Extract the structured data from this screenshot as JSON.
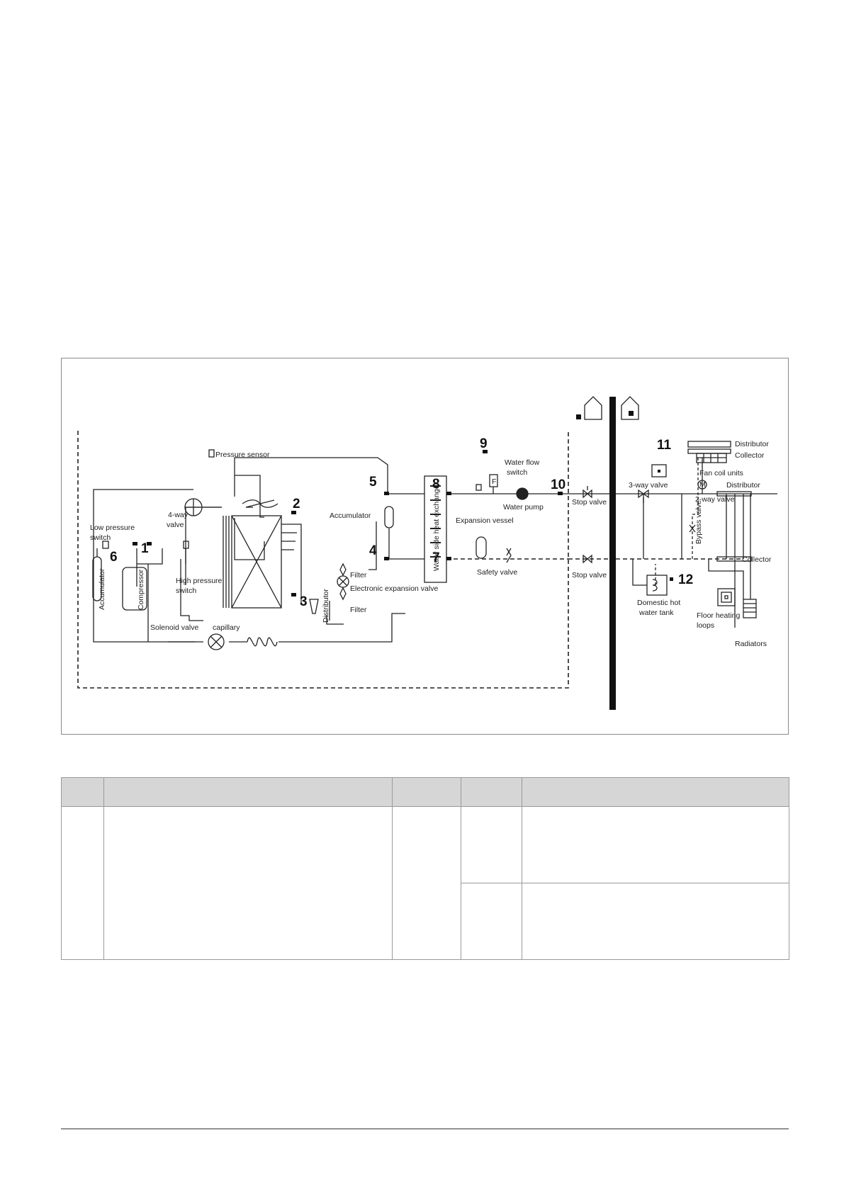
{
  "diagram": {
    "numbers": [
      "1",
      "2",
      "3",
      "4",
      "5",
      "6",
      "7",
      "8",
      "9",
      "10",
      "11",
      "12"
    ],
    "labels": {
      "pressure_sensor": "Pressure sensor",
      "low_pressure_switch_1": "Low pressure",
      "low_pressure_switch_2": "switch",
      "four_way_valve_1": "4-way",
      "four_way_valve_2": "valve",
      "accumulator_left": "Accumulator",
      "compressor": "Compressor",
      "high_pressure_switch_1": "High pressure",
      "high_pressure_switch_2": "switch",
      "solenoid_valve": "Solenoid valve",
      "capillary": "capillary",
      "accumulator_top": "Accumulator",
      "filter_top": "Filter",
      "electronic_expansion_valve": "Electronic expansion valve",
      "filter_bottom": "Filter",
      "distributor_left": "Distributor",
      "water_side_heat_exchanger": "Water side heat exchanger",
      "expansion_vessel": "Expansion vessel",
      "water_flow_switch_1": "Water flow",
      "water_flow_switch_2": "switch",
      "water_pump": "Water pump",
      "safety_valve": "Safety valve",
      "stop_valve_top": "Stop valve",
      "stop_valve_bottom": "Stop valve",
      "three_way_valve": "3-way valve",
      "distributor_top": "Distributor",
      "collector_top": "Collector",
      "fan_coil_units": "Fan coil units",
      "distributor_mid": "Distributor",
      "two_way_valve": "2-way valve",
      "bypass_valve": "Bypass valve",
      "collector_mid": "Collector",
      "domestic_hot_water_tank_1": "Domestic hot",
      "domestic_hot_water_tank_2": "water tank",
      "floor_heating_loops_1": "Floor heating",
      "floor_heating_loops_2": "loops",
      "radiators": "Radiators",
      "flow_switch_letter": "F",
      "two_way_letter": "M"
    }
  },
  "table": {
    "headers": [
      "",
      "",
      "",
      "",
      ""
    ],
    "rows": [
      [
        "",
        "",
        "",
        "",
        ""
      ],
      [
        "",
        "",
        "",
        "",
        ""
      ]
    ]
  }
}
